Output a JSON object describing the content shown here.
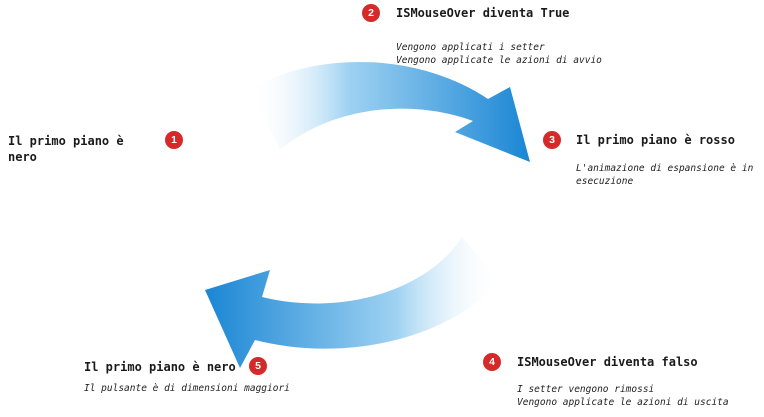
{
  "colors": {
    "arrow_dark": "#1a86d4",
    "arrow_light": "#ffffff",
    "badge": "#d62a2a"
  },
  "steps": [
    {
      "number": "1",
      "title": "Il primo piano è nero",
      "lines": []
    },
    {
      "number": "2",
      "title": "ISMouseOver diventa True",
      "lines": [
        "Vengono applicati i setter",
        "Vengono applicate le azioni di avvio"
      ]
    },
    {
      "number": "3",
      "title": "Il primo piano è rosso",
      "lines": [
        "L'animazione di espansione è in esecuzione"
      ]
    },
    {
      "number": "4",
      "title": "ISMouseOver diventa falso",
      "lines": [
        "I setter vengono rimossi",
        "Vengono applicate le azioni di uscita"
      ]
    },
    {
      "number": "5",
      "title": "Il primo piano è nero",
      "lines": [
        "Il pulsante è di dimensioni maggiori"
      ]
    }
  ]
}
